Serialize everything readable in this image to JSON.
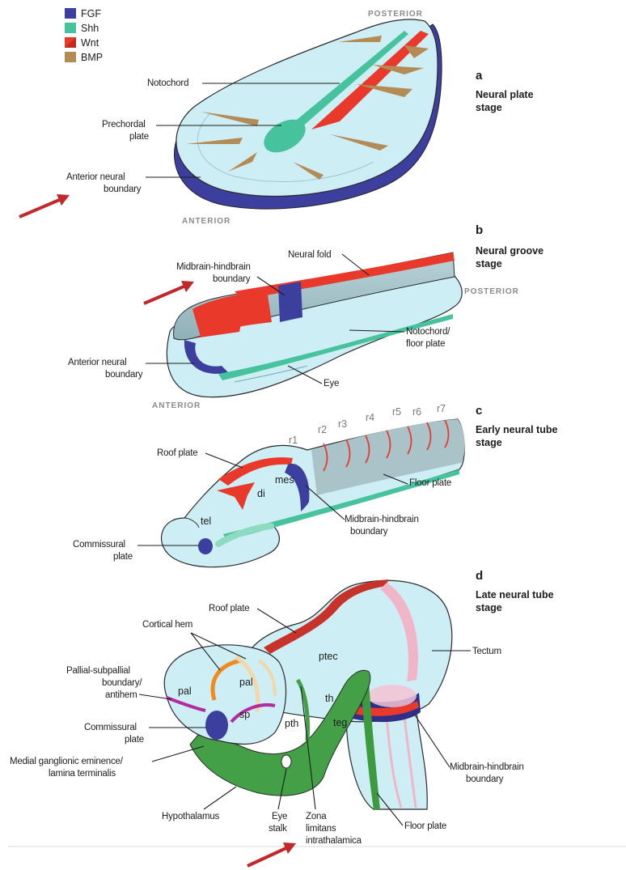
{
  "colors": {
    "fgf": "#3d3f9e",
    "shh": "#46c29c",
    "wnt": "#e8392a",
    "bmp": "#b48a55",
    "tissue": "#cdeef5",
    "outline": "#2a2a2a",
    "arrow": "#c0282a"
  },
  "legend": [
    {
      "label": "FGF",
      "color": "#3d3f9e"
    },
    {
      "label": "Shh",
      "color": "#46c29c"
    },
    {
      "label": "Wnt",
      "color": "#e8392a"
    },
    {
      "label": "BMP",
      "color": "#b48a55"
    }
  ],
  "panel_a": {
    "letter": "a",
    "title": [
      "Neural plate",
      "stage"
    ],
    "posterior": "POSTERIOR",
    "anterior": "ANTERIOR",
    "notochord": "Notochord",
    "prechordal": [
      "Prechordal",
      "plate"
    ],
    "anterior_boundary": [
      "Anterior neural",
      "boundary"
    ]
  },
  "panel_b": {
    "letter": "b",
    "title": [
      "Neural groove",
      "stage"
    ],
    "posterior": "POSTERIOR",
    "anterior": "ANTERIOR",
    "neural_fold": "Neural fold",
    "mhb": [
      "Midbrain-hindbrain",
      "boundary"
    ],
    "notochord": [
      "Notochord/",
      "floor plate"
    ],
    "anterior_boundary": [
      "Anterior neural",
      "boundary"
    ],
    "eye": "Eye"
  },
  "panel_c": {
    "letter": "c",
    "title": [
      "Early neural tube",
      "stage"
    ],
    "rhombomeres": [
      "r1",
      "r2",
      "r3",
      "r4",
      "r5",
      "r6",
      "r7"
    ],
    "roof_plate": "Roof plate",
    "floor_plate": "Floor plate",
    "mhb": [
      "Midbrain-hindbrain",
      "boundary"
    ],
    "commissural": [
      "Commissural",
      "plate"
    ],
    "di": "di",
    "mes": "mes",
    "tel": "tel"
  },
  "panel_d": {
    "letter": "d",
    "title": [
      "Late neural tube",
      "stage"
    ],
    "roof_plate": "Roof plate",
    "cortical_hem": "Cortical hem",
    "pallial": [
      "Pallial-subpallial",
      "boundary/",
      "antihem"
    ],
    "commissural": [
      "Commissural",
      "plate"
    ],
    "mge": [
      "Medial ganglionic eminence/",
      "lamina terminalis"
    ],
    "hypothalamus": "Hypothalamus",
    "eye_stalk": [
      "Eye",
      "stalk"
    ],
    "zli": [
      "Zona",
      "limitans",
      "intrathalamica"
    ],
    "floor_plate": "Floor plate",
    "mhb": [
      "Midbrain-hindbrain",
      "boundary"
    ],
    "tectum": "Tectum",
    "pal1": "pal",
    "pal2": "pal",
    "sp": "sp",
    "pth": "pth",
    "th": "th",
    "teg": "teg",
    "ptec": "ptec"
  }
}
